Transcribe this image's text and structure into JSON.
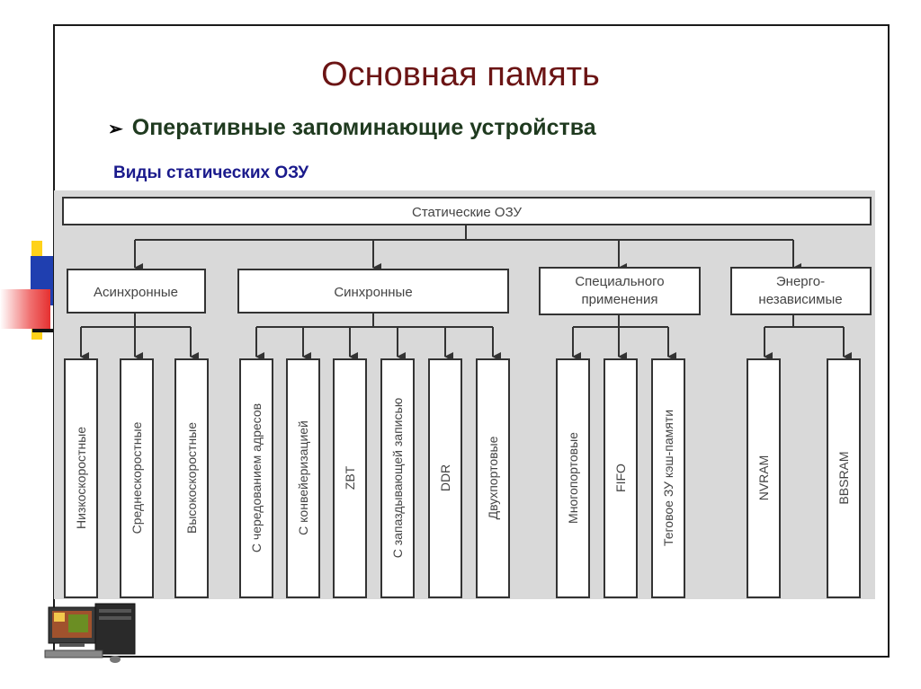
{
  "slide": {
    "title": "Основная память",
    "bullet": "Оперативные запоминающие устройства",
    "subheading": "Виды статических ОЗУ"
  },
  "diagram": {
    "root": "Статические ОЗУ",
    "groups": [
      {
        "label": "Асинхронные",
        "items": [
          "Низкоскоростные",
          "Среднескоростные",
          "Высокоскоростные"
        ]
      },
      {
        "label": "Синхронные",
        "items": [
          "С чередованием адресов",
          "С конвейеризацией",
          "ZBT",
          "С запаздывающей записью",
          "DDR",
          "Двухпортовые"
        ]
      },
      {
        "label_lines": [
          "Специального",
          "применения"
        ],
        "items": [
          "Многопортовые",
          "FIFO",
          "Теговое ЗУ кэш-памяти"
        ]
      },
      {
        "label_lines": [
          "Энерго-",
          "независимые"
        ],
        "items": [
          "NVRAM",
          "BBSRAM"
        ]
      }
    ]
  },
  "colors": {
    "title": "#6b1414",
    "bullet": "#1f3a1f",
    "subheading": "#1a1a8c",
    "diagram_bg": "#d9d9d9",
    "deco_blue": "#1f3fb0",
    "deco_red": "#e53030",
    "deco_yellow": "#ffd21a"
  },
  "icons": {
    "bullet_arrow": "arrow-right-icon",
    "computer": "desktop-computer-icon"
  }
}
